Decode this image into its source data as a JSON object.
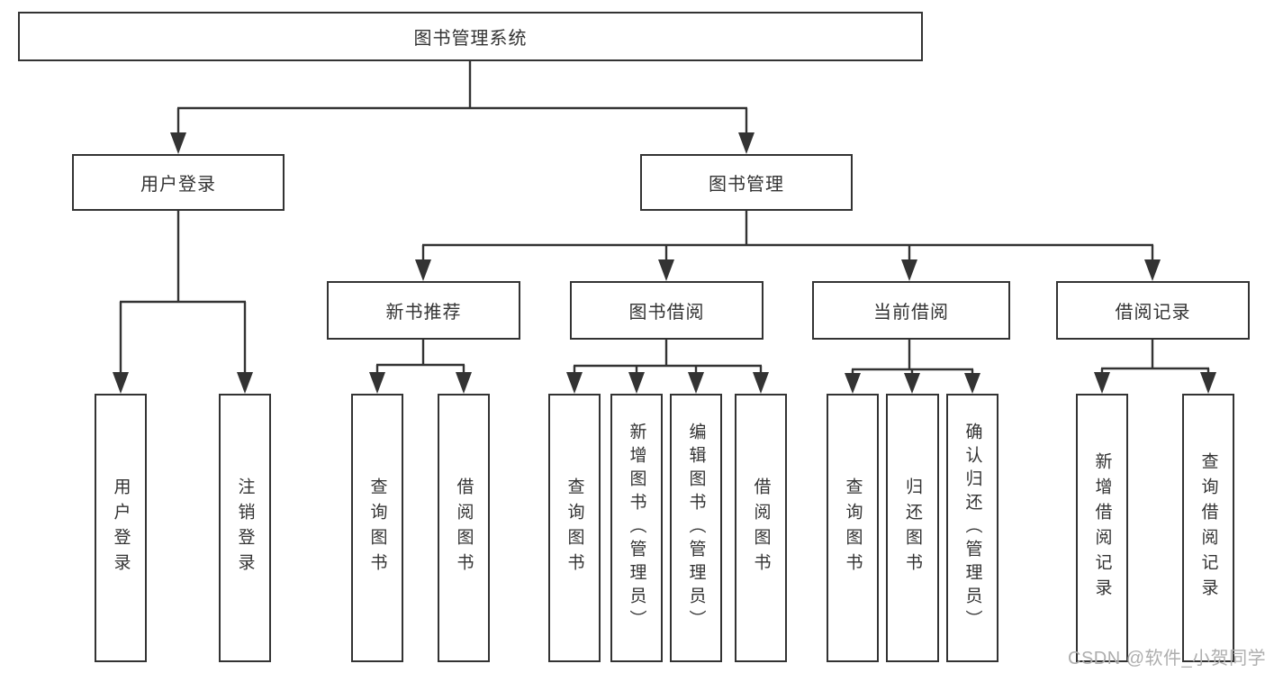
{
  "tree": {
    "label": "图书管理系统",
    "children": [
      {
        "label": "用户登录",
        "children": [
          {
            "label": "用户登录"
          },
          {
            "label": "注销登录"
          }
        ]
      },
      {
        "label": "图书管理",
        "children": [
          {
            "label": "新书推荐",
            "children": [
              {
                "label": "查询图书"
              },
              {
                "label": "借阅图书"
              }
            ]
          },
          {
            "label": "图书借阅",
            "children": [
              {
                "label": "查询图书"
              },
              {
                "label": "新增图书（管理员）"
              },
              {
                "label": "编辑图书（管理员）"
              },
              {
                "label": "借阅图书"
              }
            ]
          },
          {
            "label": "当前借阅",
            "children": [
              {
                "label": "查询图书"
              },
              {
                "label": "归还图书"
              },
              {
                "label": "确认归还（管理员）"
              }
            ]
          },
          {
            "label": "借阅记录",
            "children": [
              {
                "label": "新增借阅记录"
              },
              {
                "label": "查询借阅记录"
              }
            ]
          }
        ]
      }
    ]
  },
  "watermark": {
    "text": "CSDN @软件_小贺同学"
  },
  "colors": {
    "line": "#333333",
    "text": "#333333",
    "box_background": "#ffffff",
    "watermark": "#aeaeae",
    "page_background": "#ffffff"
  }
}
